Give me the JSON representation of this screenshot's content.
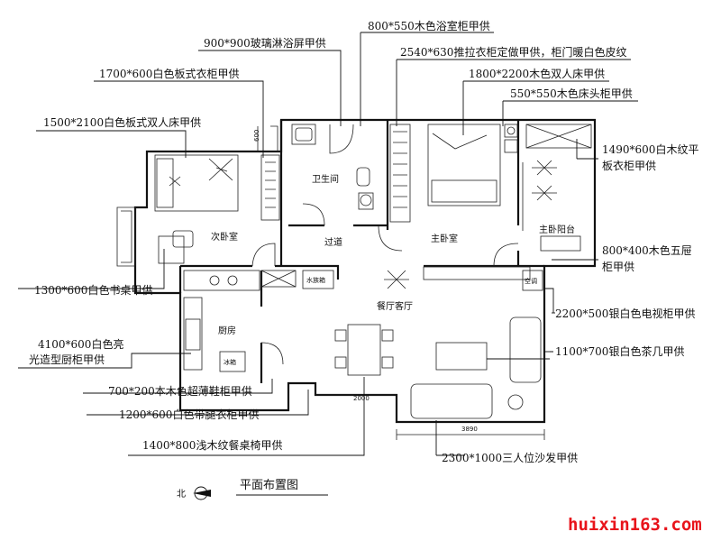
{
  "labels": {
    "bath_cabinet": "800*550木色浴室柜甲供",
    "shower_screen": "900*900玻璃淋浴屏甲供",
    "sliding_wardrobe": "2540*630推拉衣柜定做甲供，柜门暖白色皮纹",
    "white_wardrobe": "1700*600白色板式衣柜甲供",
    "double_bed_wood": "1800*2200木色双人床甲供",
    "bedside_cabinet": "550*550木色床头柜甲供",
    "double_bed_white": "1500*2100白色板式双人床甲供",
    "wood_wardrobe_line1": "1490*600白木纹平",
    "wood_wardrobe_line2": "板衣柜甲供",
    "five_drawer_line1": "800*400木色五屉",
    "five_drawer_line2": "柜甲供",
    "desk": "1300*600白色书桌甲供",
    "tv_cabinet": "2200*500银白色电视柜甲供",
    "kitchen_cabinet_line1": "4100*600白色亮",
    "kitchen_cabinet_line2": "光造型厨柜甲供",
    "coffee_table": "1100*700银白色茶几甲供",
    "shoe_cabinet": "700*200本木色超薄鞋柜甲供",
    "leg_wardrobe": "1200*600白色带腿衣柜甲供",
    "dining_set": "1400*800浅木纹餐桌椅甲供",
    "sofa": "2300*1000三人位沙发甲供"
  },
  "rooms": {
    "bathroom": "卫生间",
    "second_bedroom": "次卧室",
    "corridor": "过道",
    "master_bedroom": "主卧室",
    "master_balcony": "主卧阳台",
    "dining_living": "餐厅客厅",
    "kitchen": "厨房",
    "water_heater": "水族箱",
    "fridge": "冰箱",
    "ac": "空调"
  },
  "dimensions": {
    "left_600": "600",
    "dining_width": "2000",
    "living_width": "3890"
  },
  "title": "平面布置图",
  "north": "北",
  "watermark": "huixin163.com"
}
